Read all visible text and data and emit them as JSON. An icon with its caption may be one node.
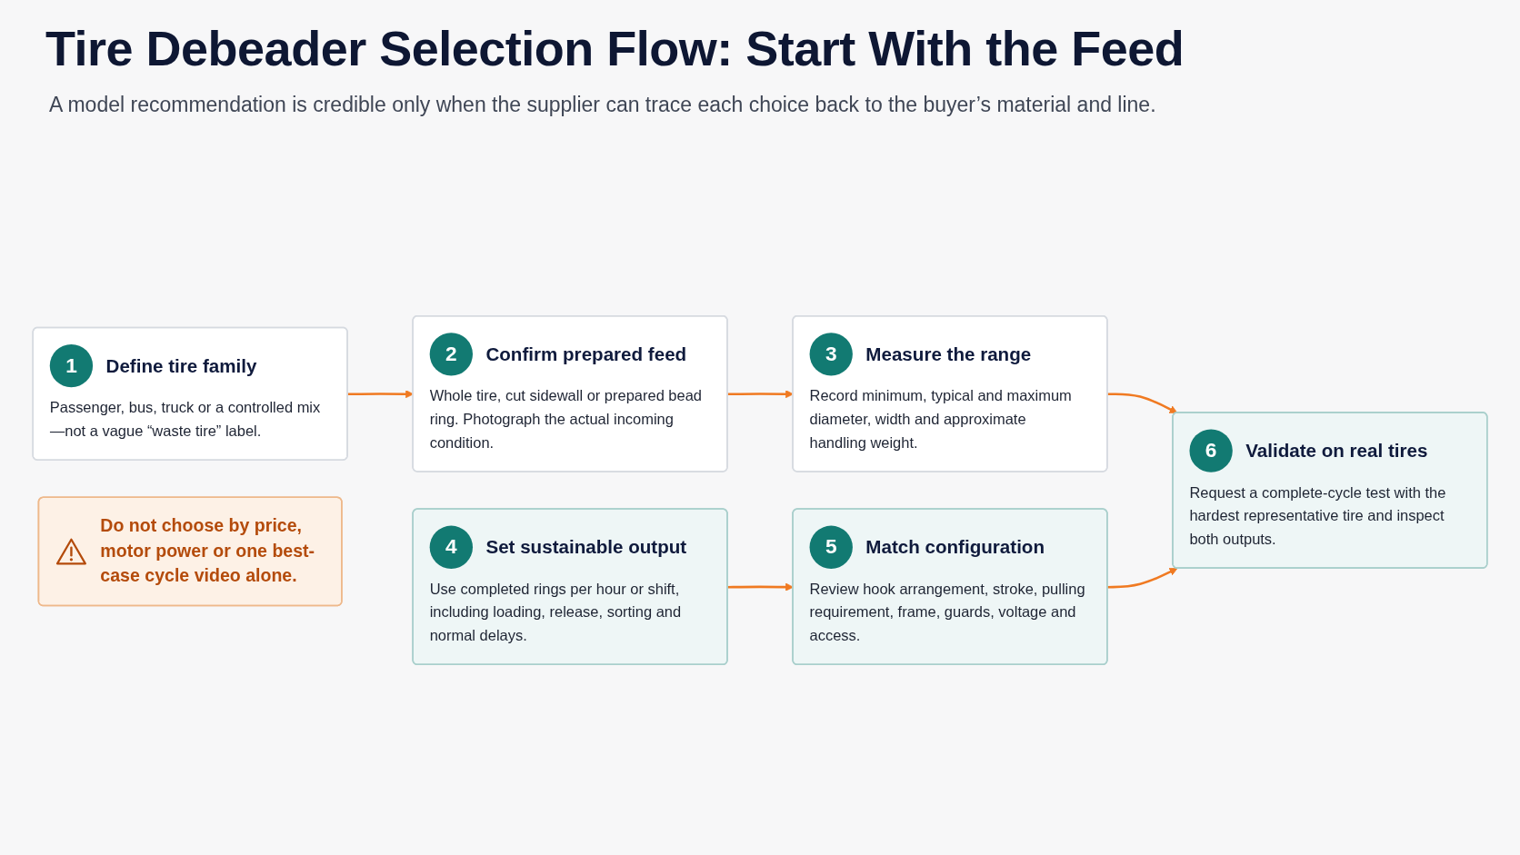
{
  "diagram": {
    "title": "Tire Debeader Selection Flow: Start With the Feed",
    "caption": "A model recommendation is credible only when the supplier can trace each choice back to the buyer’s material and line.",
    "nodes": [
      {
        "text": [
          "1",
          "Define tire family",
          "Passenger, bus, truck or a controlled mix—not a vague “waste tire” label."
        ]
      },
      {
        "text": [
          "2",
          "Confirm prepared feed",
          "Whole tire, cut sidewall or prepared bead ring. Photograph the actual incoming condition."
        ]
      },
      {
        "text": [
          "3",
          "Measure the range",
          "Record minimum, typical and maximum diameter, width and approximate handling weight."
        ]
      },
      {
        "text": [
          "4",
          "Set sustainable output",
          "Use completed rings per hour or shift, including loading, release, sorting and normal delays."
        ]
      },
      {
        "text": [
          "5",
          "Match configuration",
          "Review hook arrangement, stroke, pulling requirement, frame, guards, voltage and access."
        ]
      },
      {
        "text": [
          "6",
          "Validate on real tires",
          "Request a complete-cycle test with the hardest representative tire and inspect both outputs."
        ]
      },
      {
        "text": [
          "Do not choose by price, motor power or one best-case cycle video alone."
        ]
      }
    ],
    "edges": [
      {
        "from": 0,
        "to": 1,
        "arrow": "to"
      },
      {
        "from": 1,
        "to": 2,
        "arrow": "to"
      },
      {
        "from": 2,
        "to": 5,
        "arrow": "to"
      },
      {
        "from": 3,
        "to": 4,
        "arrow": "to"
      },
      {
        "from": 4,
        "to": 5,
        "arrow": "to"
      }
    ]
  }
}
